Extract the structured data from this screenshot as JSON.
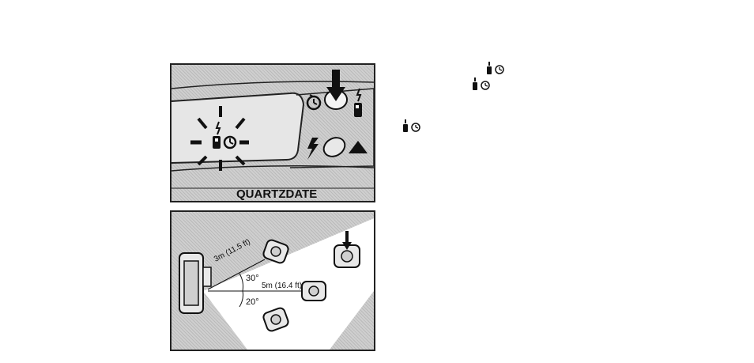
{
  "top_panel": {
    "brand_text": "QUARTZDATE",
    "icons": [
      "self-timer-icon",
      "shutter-button-icon",
      "remote-control-icon",
      "flash-icon",
      "landscape-mode-icon",
      "blinking-indicator-icon"
    ]
  },
  "bottom_panel": {
    "diagonal_distance": "3m (11.5 ft)",
    "horizontal_distance": "5m (16.4 ft)",
    "upper_angle": "30°",
    "lower_angle": "20°"
  },
  "side_icons": [
    "remote-timer-icon",
    "remote-timer-icon",
    "remote-timer-icon"
  ]
}
